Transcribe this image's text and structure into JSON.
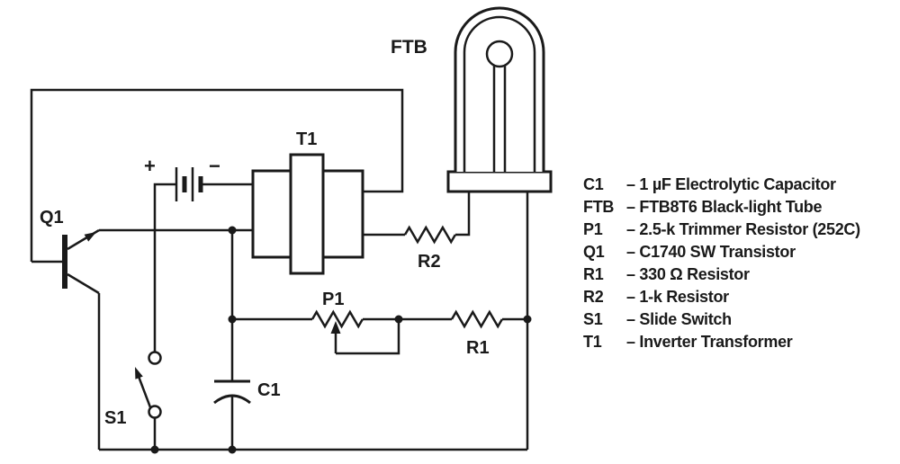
{
  "diagram_labels": {
    "ftb": "FTB",
    "t1": "T1",
    "plus": "+",
    "minus": "−",
    "q1": "Q1",
    "r2": "R2",
    "p1": "P1",
    "r1": "R1",
    "c1": "C1",
    "s1": "S1"
  },
  "parts_list": [
    {
      "ref": "C1",
      "desc": "– 1 µF Electrolytic Capacitor"
    },
    {
      "ref": "FTB",
      "desc": "– FTB8T6 Black-light Tube"
    },
    {
      "ref": "P1",
      "desc": "– 2.5-k Trimmer Resistor (252C)"
    },
    {
      "ref": "Q1",
      "desc": "– C1740 SW Transistor"
    },
    {
      "ref": "R1",
      "desc": "– 330 Ω Resistor"
    },
    {
      "ref": "R2",
      "desc": "– 1-k Resistor"
    },
    {
      "ref": "S1",
      "desc": "– Slide Switch"
    },
    {
      "ref": "T1",
      "desc": "– Inverter Transformer"
    }
  ],
  "colors": {
    "line": "#1a1a1a",
    "background": "#ffffff"
  }
}
